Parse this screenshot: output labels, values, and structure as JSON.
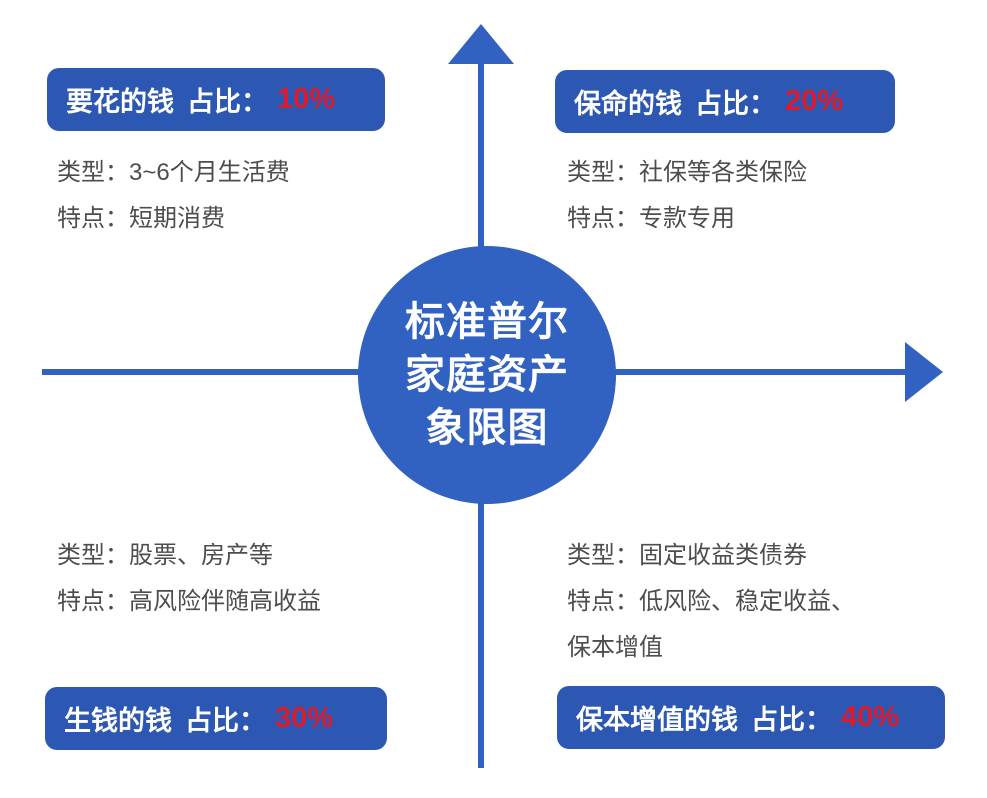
{
  "diagram": {
    "title_lines": [
      "标准普尔",
      "家庭资产",
      "象限图"
    ],
    "colors": {
      "header_box_blue": "#2C57B2",
      "circle_blue": "#3161C1",
      "axis_blue": "#3161C1",
      "percent_red": "#DC1C2E",
      "detail_text_gray": "#4D4D4D"
    },
    "labels": {
      "type": "类型：",
      "feature": "特点：",
      "ratio": "占比："
    },
    "quadrants": [
      {
        "position": "top-left",
        "name": "要花的钱",
        "percent": "10%",
        "type": "3~6个月生活费",
        "feature": "短期消费"
      },
      {
        "position": "top-right",
        "name": "保命的钱",
        "percent": "20%",
        "type": "社保等各类保险",
        "feature": "专款专用"
      },
      {
        "position": "bottom-left",
        "name": "生钱的钱",
        "percent": "30%",
        "type": "股票、房产等",
        "feature": "高风险伴随高收益"
      },
      {
        "position": "bottom-right",
        "name": "保本增值的钱",
        "percent": "40%",
        "type": "固定收益类债券",
        "feature": "低风险、稳定收益、保本增值"
      }
    ]
  }
}
